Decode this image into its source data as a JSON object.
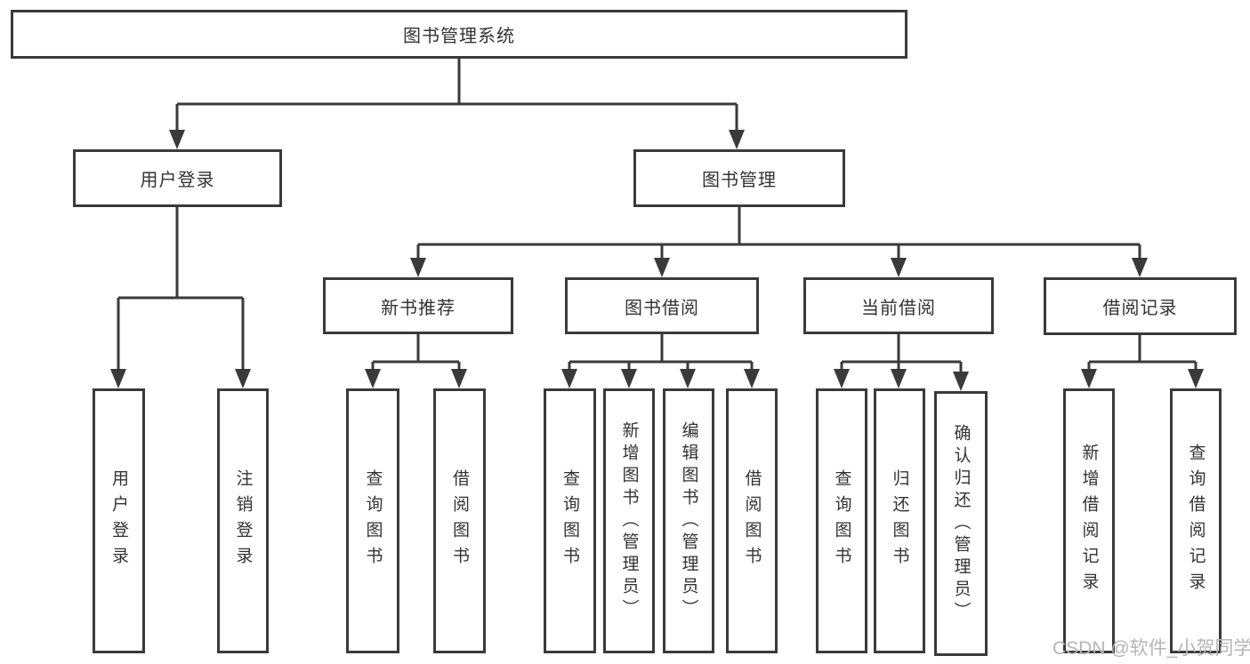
{
  "root": {
    "label": "图书管理系统"
  },
  "branches": {
    "userLogin": {
      "label": "用户登录",
      "children": [
        "用户登录",
        "注销登录"
      ]
    },
    "bookMgmt": {
      "label": "图书管理"
    }
  },
  "modules": [
    {
      "label": "新书推荐",
      "children": [
        "查询图书",
        "借阅图书"
      ]
    },
    {
      "label": "图书借阅",
      "children": [
        "查询图书",
        "新增图书（管理员）",
        "编辑图书（管理员）",
        "借阅图书"
      ]
    },
    {
      "label": "当前借阅",
      "children": [
        "查询图书",
        "归还图书",
        "确认归还（管理员）"
      ]
    },
    {
      "label": "借阅记录",
      "children": [
        "新增借阅记录",
        "查询借阅记录"
      ]
    }
  ],
  "watermark": "CSDN @软件_小贺同学",
  "colors": {
    "line": "#3a3a3a",
    "text": "#333333",
    "watermark": "#b5b5b5",
    "background": "#ffffff"
  }
}
